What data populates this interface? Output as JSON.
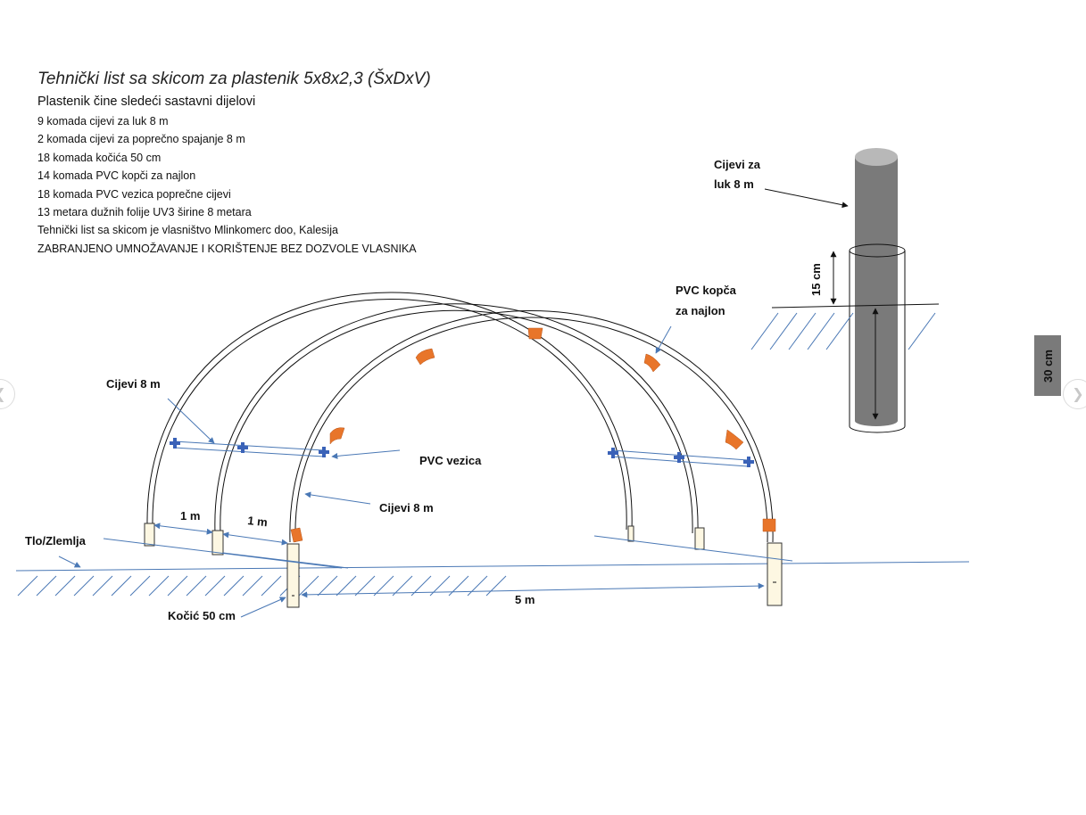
{
  "spec": {
    "title": "Tehnički list sa skicom za plastenik 5x8x2,3 (ŠxDxV)",
    "subtitle": "Plastenik čine sledeći sastavni dijelovi",
    "items": [
      "9 komada cijevi za luk 8 m",
      "2 komada cijevi za poprečno spajanje 8 m",
      "18 komada kočića 50 cm",
      "14 komada PVC kopči za najlon",
      "18 komada PVC vezica poprečne cijevi",
      "13 metara dužnih folije UV3 širine 8 metara",
      "Tehnički list sa skicom je vlasništvo Mlinkomerc doo, Kalesija",
      "ZABRANJENO UMNOŽAVANJE I KORIŠTENJE BEZ DOZVOLE VLASNIKA"
    ]
  },
  "labels": {
    "cijevi_8m_top": "Cijevi 8 m",
    "pvc_vezica": "PVC vezica",
    "cijevi_8m_mid": "Cijevi 8 m",
    "tlo": "Tlo/Zlemlja",
    "kocic": "Kočić 50 cm",
    "pvc_kopca_1": "PVC kopča",
    "pvc_kopca_2": "za najlon",
    "cijevi_za_1": "Cijevi za",
    "cijevi_za_2": "luk 8 m"
  },
  "dimensions": {
    "one_m_a": "1 m",
    "one_m_b": "1 m",
    "five_m": "5 m",
    "fifteen_cm": "15 cm",
    "thirty_cm": "30 cm"
  },
  "colors": {
    "arch_stroke": "#111111",
    "pointer_blue": "#4a78b5",
    "connector_blue": "#3a62b8",
    "clip_orange": "#e8752a",
    "pipe_gray": "#7a7a7a",
    "pipe_top": "#b8b8b8",
    "stake_fill": "#fdf7e2"
  },
  "icons": {
    "nav_left": "chevron-left-icon",
    "nav_right": "chevron-right-icon"
  }
}
